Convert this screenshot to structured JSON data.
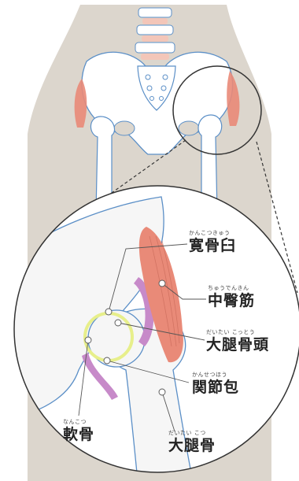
{
  "labels": {
    "acetabulum": {
      "reading": "かんこつきゅう",
      "text": "寛骨臼"
    },
    "gluteus_medius": {
      "reading": "ちゅうでんきん",
      "text": "中臀筋"
    },
    "femoral_head": {
      "reading": "だいたい こっとう",
      "text": "大腿骨頭"
    },
    "joint_capsule": {
      "reading": "かんせつほう",
      "text": "関節包"
    },
    "cartilage": {
      "reading": "なんこつ",
      "text": "軟骨"
    },
    "femur": {
      "reading": "だいたい こつ",
      "text": "大腿骨"
    }
  },
  "colors": {
    "body_silhouette": "#dcd6cd",
    "bone": "#ffffff",
    "bone_outline": "#5b8fc7",
    "spine_pink": "#f3c6b9",
    "muscle": "#e98a78",
    "capsule": "#c78ac9",
    "cartilage_ring": "#e7ef8b",
    "leader": "#555555"
  }
}
